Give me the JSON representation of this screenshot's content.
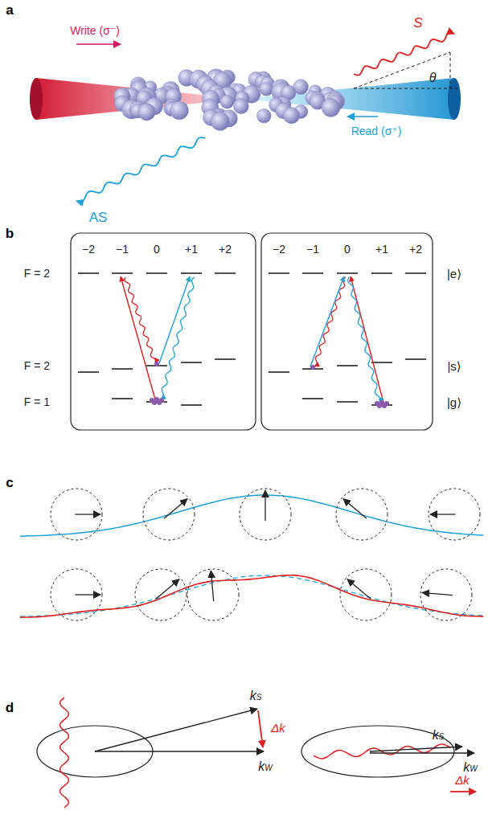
{
  "diagram": {
    "labels": [
      "a",
      "Write (σ⁻)",
      "S",
      "θ",
      "Read (σ⁺)",
      "AS",
      "b",
      "−2",
      "−1",
      "0",
      "+1",
      "+2",
      "−2",
      "−1",
      "0",
      "+1",
      "+2",
      "F = 2",
      "F = 2",
      "F = 1",
      "|e⟩",
      "|s⟩",
      "|g⟩",
      "c",
      "d",
      "kS",
      "kW",
      "Δk",
      "kS",
      "kW",
      "Δk"
    ]
  }
}
